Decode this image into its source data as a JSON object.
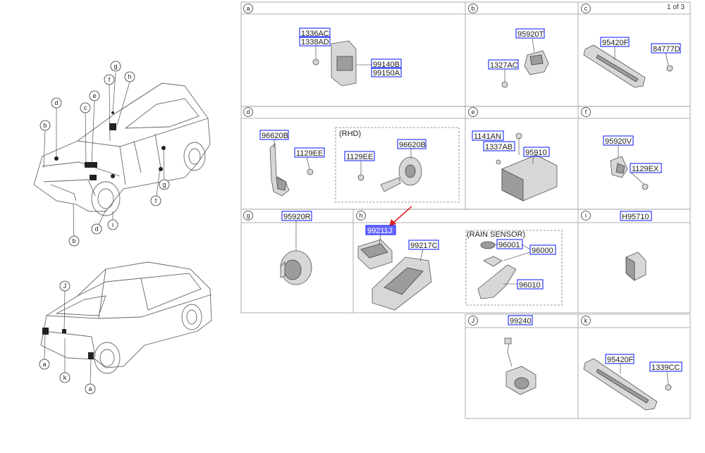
{
  "page_indicator": "1 of 3",
  "car_callouts_front": [
    "g",
    "f",
    "h",
    "d",
    "e",
    "c",
    "b",
    "g",
    "f",
    "b",
    "d",
    "i"
  ],
  "car_callouts_rear": [
    "J",
    "a",
    "k",
    "a"
  ],
  "cells": {
    "a": {
      "letter": "a",
      "parts": [
        "1336AC",
        "1338AD",
        "99140B",
        "99150A"
      ]
    },
    "b": {
      "letter": "b",
      "parts": [
        "95920T",
        "1327AC"
      ]
    },
    "c": {
      "letter": "c",
      "parts": [
        "95420F",
        "84777D"
      ]
    },
    "d": {
      "letter": "d",
      "note": "(RHD)",
      "parts": [
        "96620B",
        "1129EE",
        "1129EE",
        "96620B"
      ]
    },
    "e": {
      "letter": "e",
      "parts": [
        "1141AN",
        "1337AB",
        "95910"
      ]
    },
    "f": {
      "letter": "f",
      "parts": [
        "95920V",
        "1129EX"
      ]
    },
    "g": {
      "letter": "g",
      "parts": [
        "95920R"
      ]
    },
    "h": {
      "letter": "h",
      "note": "(RAIN SENSOR)",
      "parts": [
        "99211J",
        "99217C",
        "96001",
        "96000",
        "96010"
      ],
      "selected": "99211J"
    },
    "i": {
      "letter": "i",
      "parts": [
        "H95710"
      ]
    },
    "j": {
      "letter": "J",
      "parts": [
        "99240"
      ]
    },
    "k": {
      "letter": "k",
      "parts": [
        "95420F",
        "1339CC"
      ]
    }
  },
  "colors": {
    "callout_border": "#1a2bff",
    "selected_fill": "#6a6aff",
    "arrow": "#e02020"
  }
}
